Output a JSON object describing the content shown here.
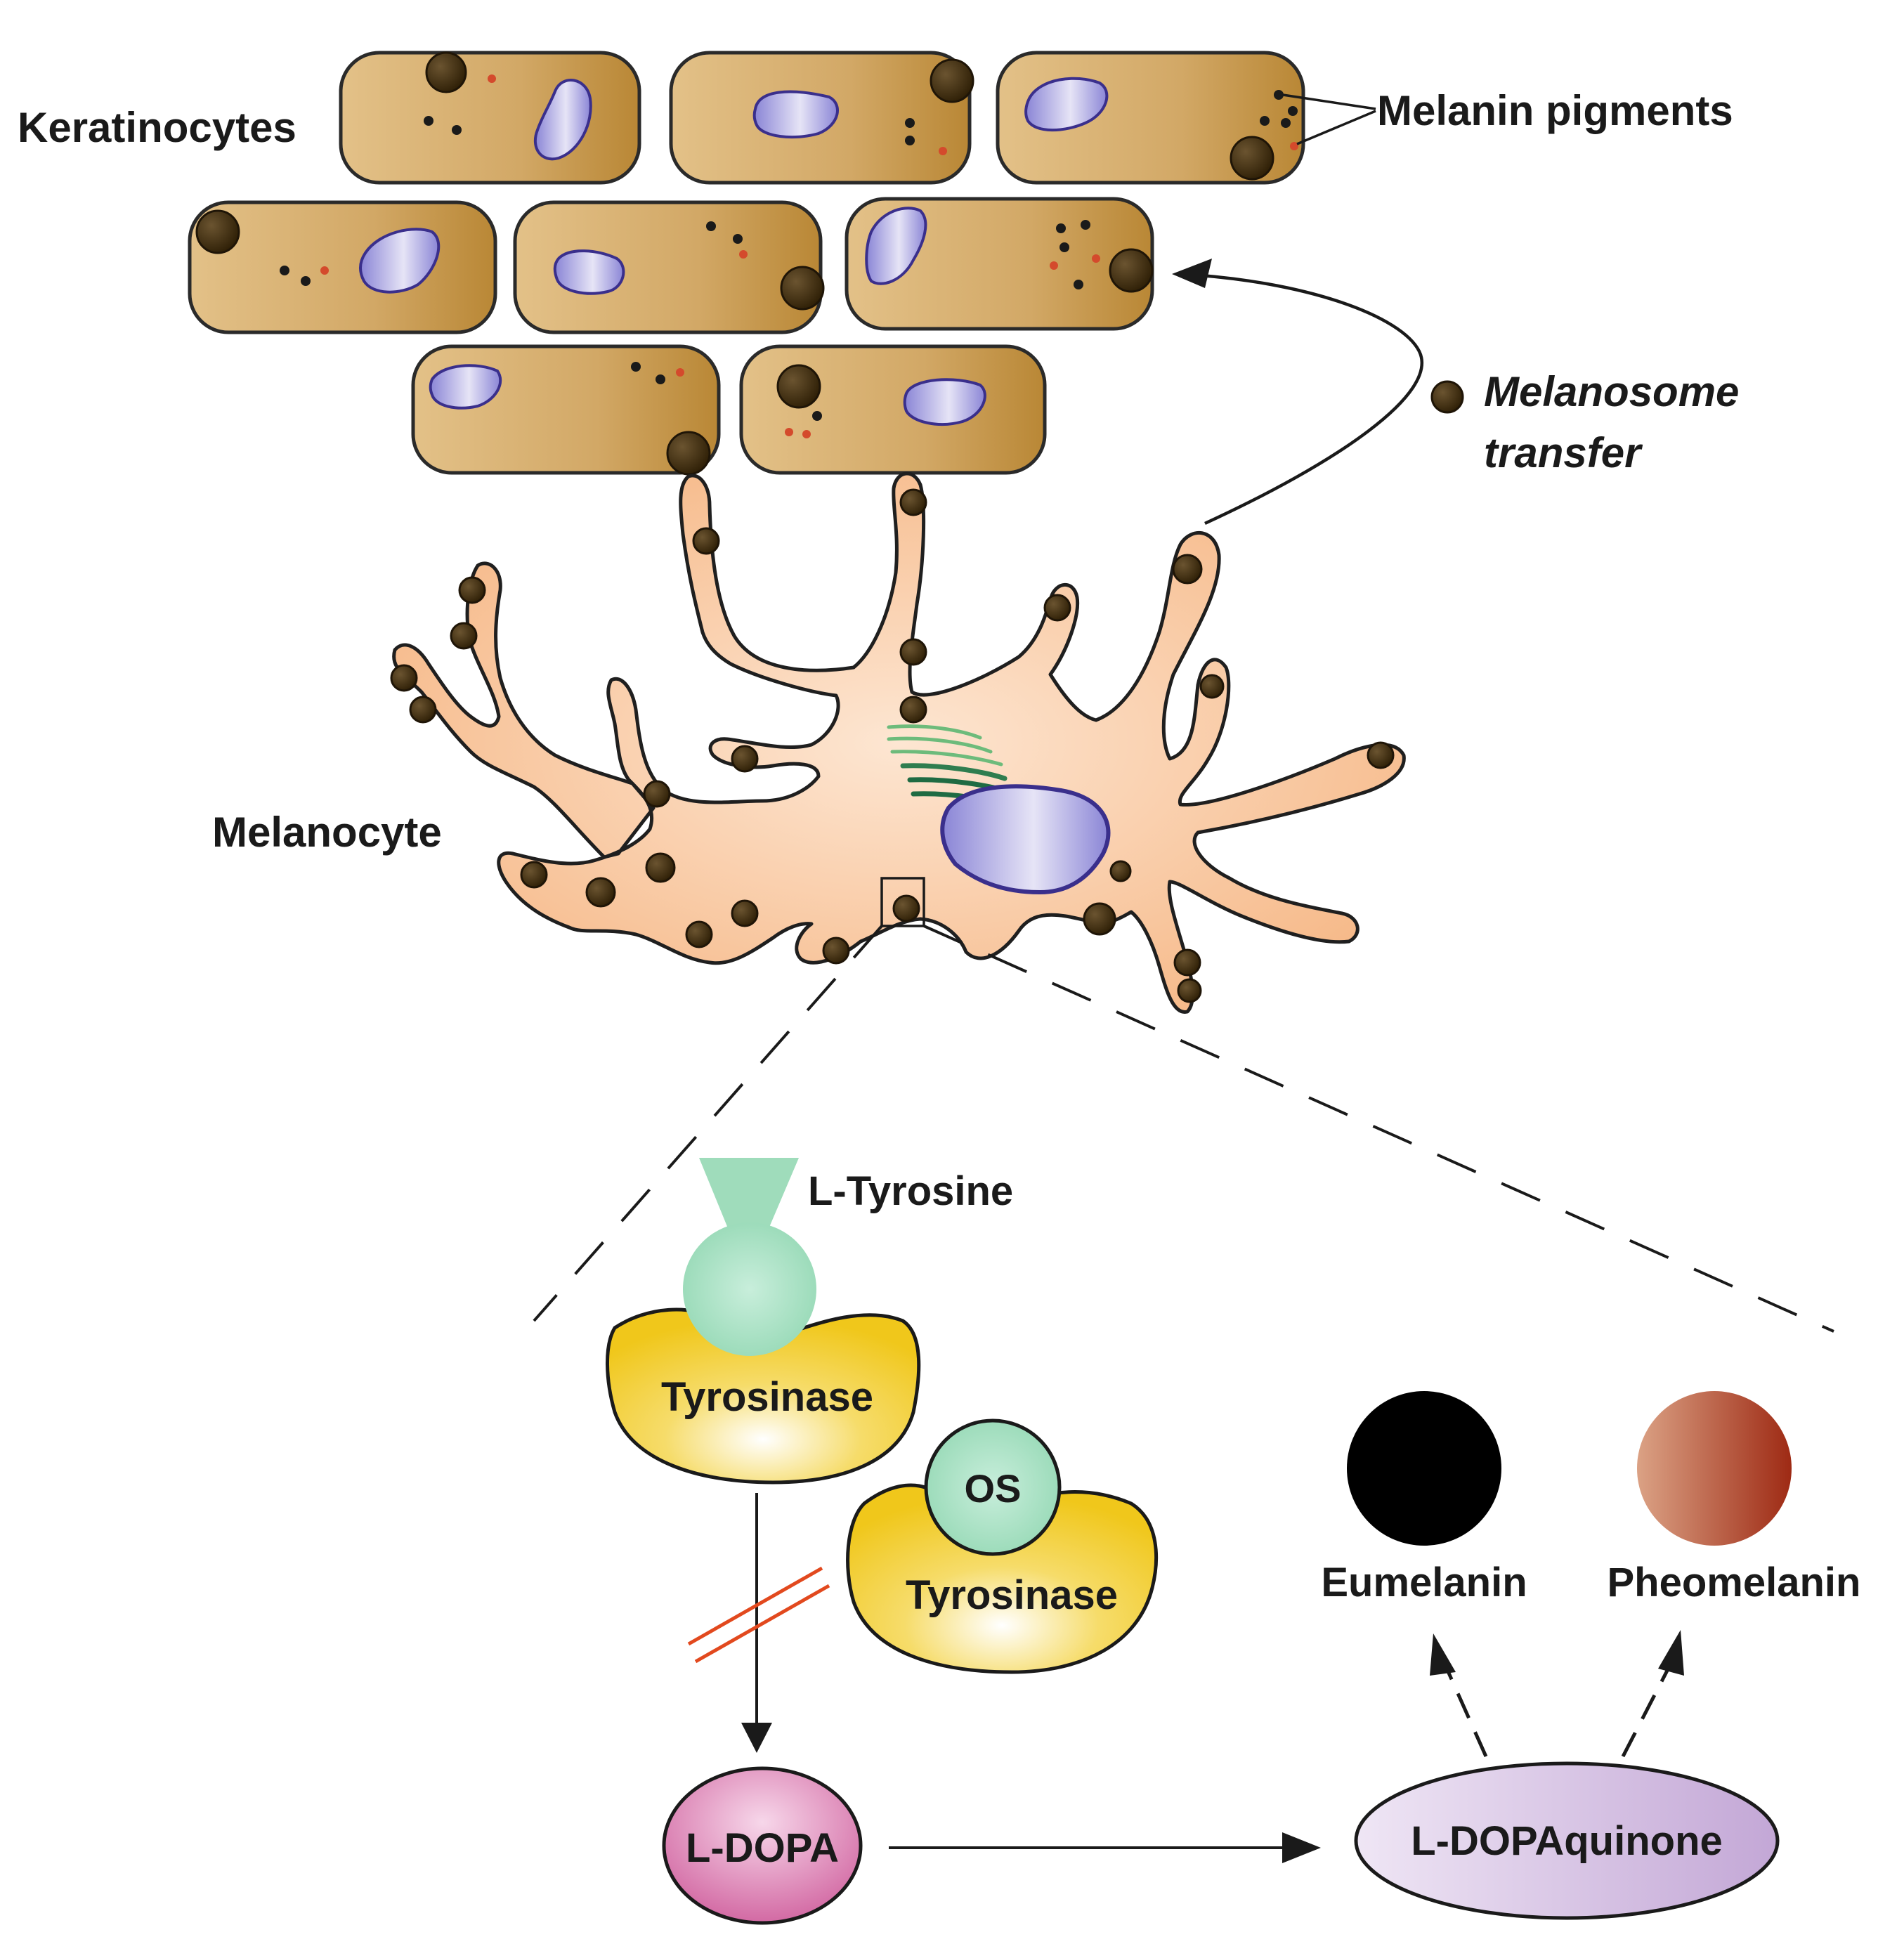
{
  "labels": {
    "keratinocytes": "Keratinocytes",
    "melanin_pigments": "Melanin pigments",
    "melanosome_transfer_line1": "Melanosome",
    "melanosome_transfer_line2": "transfer",
    "melanocyte": "Melanocyte",
    "l_tyrosine": "L-Tyrosine",
    "tyrosinase_1": "Tyrosinase",
    "os": "OS",
    "tyrosinase_2": "Tyrosinase",
    "eumelanin": "Eumelanin",
    "pheomelanin": "Pheomelanin",
    "l_dopa": "L-DOPA",
    "l_dopaquinone": "L-DOPAquinone"
  },
  "colors": {
    "keratinocyte_fill": "#d2a866",
    "melanocyte_fill": "#f8c9a0",
    "nucleus_fill": "#9b96dc",
    "melanosome": "#4a3512",
    "tyrosinase": "#f1c91e",
    "substrate": "#9fdcbb",
    "eumelanin": "#000000",
    "pheomelanin": "#a0301a",
    "l_dopa": "#d766a3",
    "l_dopaquinone": "#cbb3dc",
    "inhibition_mark": "#e2491e"
  }
}
